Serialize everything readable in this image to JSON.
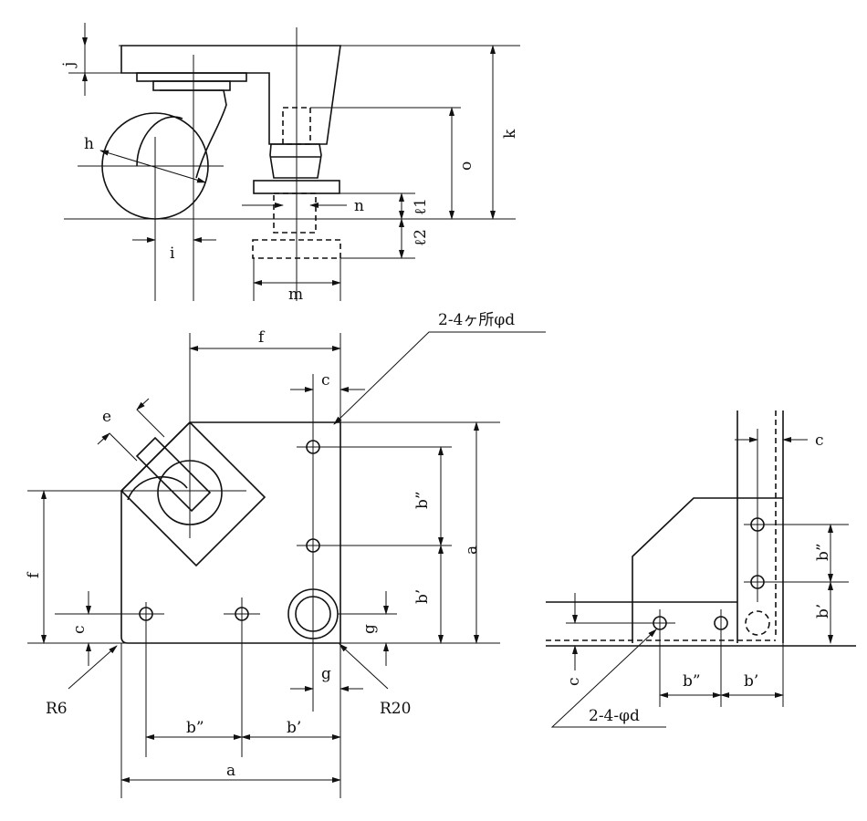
{
  "top_view": {
    "labels": {
      "j": "j",
      "h": "h",
      "i": "i",
      "k": "k",
      "o": "o",
      "n": "n",
      "l1": "ℓ1",
      "l2": "ℓ2",
      "m": "m"
    }
  },
  "bottom_view": {
    "labels": {
      "hole_callout": "2-4ヶ所φd",
      "f_top": "f",
      "c_top": "c",
      "e": "e",
      "b2_right": "b”",
      "b1_right": "b’",
      "a_right": "a",
      "f_left": "f",
      "c_left": "c",
      "g_right": "g",
      "g_bottom": "g",
      "r6": "R6",
      "r20": "R20",
      "b2_bottom": "b”",
      "b1_bottom": "b’",
      "a_bottom": "a"
    }
  },
  "corner_view": {
    "labels": {
      "c_top": "c",
      "b2_right": "b”",
      "b1_right": "b’",
      "c_left": "c",
      "b2_bottom": "b”",
      "b1_bottom": "b’",
      "hole_callout": "2-4-φd"
    }
  }
}
